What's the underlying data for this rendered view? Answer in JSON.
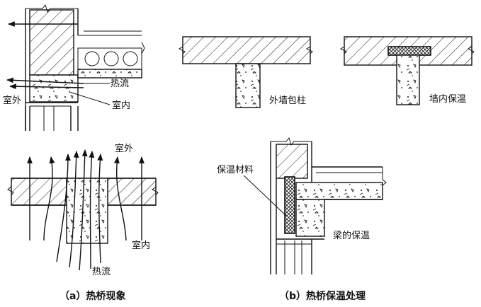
{
  "diagram_a": {
    "wall_section": {
      "outdoor": "室外",
      "heat_flow": "热流",
      "indoor": "室内"
    },
    "slab_section": {
      "outdoor": "室外",
      "indoor": "室内",
      "heat_flow": "热流"
    },
    "caption": "（a）热桥现象"
  },
  "diagram_b": {
    "column_outside": "外墙包柱",
    "wall_inside": "墙内保温",
    "insulation_material": "保温材料",
    "beam_insulation": "梁的保温",
    "caption": "（b）热桥保温处理"
  }
}
